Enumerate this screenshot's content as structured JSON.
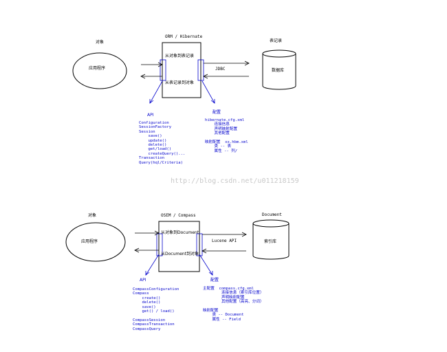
{
  "watermark": "http://blog.csdn.net/u011218159",
  "diagram_top": {
    "object_label": "对象",
    "app_label": "应用程序",
    "orm_title": "ORM / Hibernate",
    "obj_to_rec": "从对象到表记录",
    "rec_to_obj": "从表记录到对象",
    "table_label": "表记录",
    "db_label": "数据库",
    "jdbc": "JDBC",
    "api_title": "API",
    "api_items": [
      "Configuration",
      "SessionFactory",
      "Session",
      "    save()",
      "    update()",
      "    delete()",
      "    get/load()",
      "    createQuery()...",
      "Transaction",
      "Query(hql/Criteria)"
    ],
    "config_title": "配置",
    "config_lines": [
      "hibernate.cfg.xml",
      "    连接信息",
      "    声明映射配置",
      "    其他配置",
      "",
      "映射配置  xx.hbm.xml",
      "    类 -- 表",
      "    属性 -- 列/"
    ]
  },
  "diagram_bottom": {
    "object_label": "对象",
    "app_label": "应用程序",
    "osem_title": "OSEM / Compass",
    "obj_to_doc": "从对象到Document",
    "doc_to_obj": "从Document到对象",
    "doc_label": "Document",
    "index_label": "索引库",
    "lucene": "Lucene API",
    "api_title": "API",
    "api_items": [
      "CompassConfiguration",
      "Compass",
      "    create()",
      "    delete()",
      "    save()",
      "    get() / load()",
      "",
      "CompassSession",
      "CompassTransaction",
      "CompassQuery"
    ],
    "config_title": "配置",
    "config_lines": [
      "主配置  compass.cfg.xml",
      "        连接信息（索引库位置）",
      "        声明映射配置",
      "        其他配置（高亮、分词）",
      "",
      "映射配置",
      "    类 -- Document",
      "    属性 -- Field"
    ]
  }
}
